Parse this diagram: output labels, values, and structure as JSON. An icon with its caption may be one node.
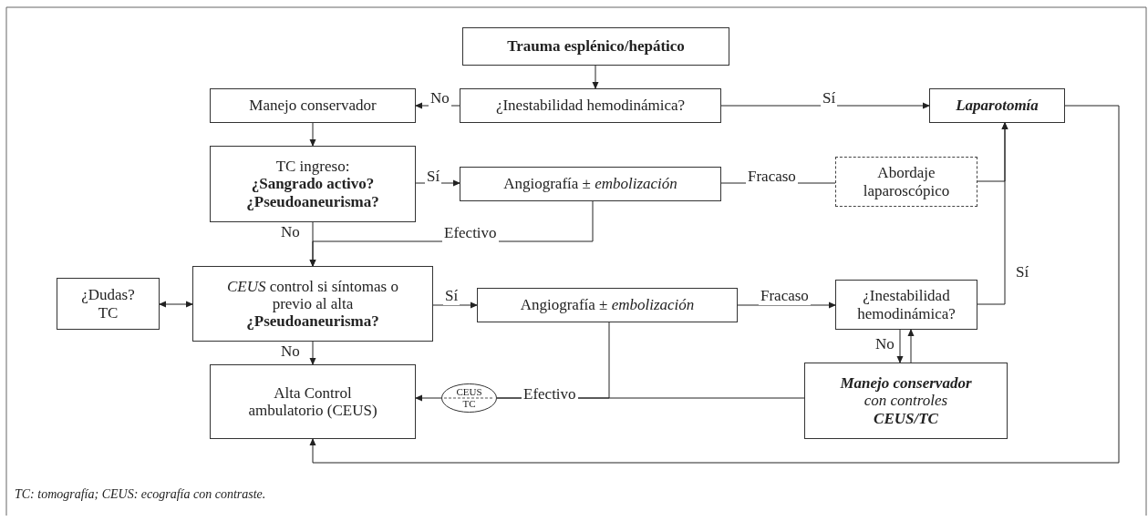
{
  "diagram": {
    "caption": "TC: tomografía; CEUS: ecografía con contraste.",
    "nodes": [
      {
        "text": [
          "Trauma esplénico/hepático"
        ]
      },
      {
        "text": [
          "¿Inestabilidad hemodinámica?"
        ]
      },
      {
        "text": [
          "Manejo conservador"
        ]
      },
      {
        "text": [
          "Laparotomía"
        ]
      },
      {
        "text": [
          "TC ingreso:",
          "¿Sangrado activo? ¿Pseudoaneurisma?"
        ]
      },
      {
        "text": [
          "Angiografía ± *embolización*"
        ]
      },
      {
        "text": [
          "Abordaje laparoscópico"
        ]
      },
      {
        "text": [
          "¿Dudas? TC"
        ]
      },
      {
        "text": [
          "*CEUS* control si síntomas o previo al alta",
          "¿Pseudoaneurisma?"
        ]
      },
      {
        "text": [
          "Angiografía ± *embolización*"
        ]
      },
      {
        "text": [
          "¿Inestabilidad hemodinámica?"
        ]
      },
      {
        "text": [
          "Alta Control ambulatorio (CEUS)"
        ]
      },
      {
        "text": [
          "CEUS",
          "TC"
        ]
      },
      {
        "text": [
          "Manejo conservador",
          "con controles",
          "CEUS/TC"
        ]
      }
    ],
    "edges": [
      {
        "from": 0,
        "to": 1,
        "arrow": "to"
      },
      {
        "from": 1,
        "to": 2,
        "arrow": "to",
        "label": "No"
      },
      {
        "from": 1,
        "to": 3,
        "arrow": "to",
        "label": "Sí"
      },
      {
        "from": 2,
        "to": 4,
        "arrow": "to"
      },
      {
        "from": 4,
        "to": 5,
        "arrow": "to",
        "label": "Sí"
      },
      {
        "from": 5,
        "to": 6,
        "arrow": "none",
        "label": "Fracaso"
      },
      {
        "from": 6,
        "to": 3,
        "arrow": "to"
      },
      {
        "from": 10,
        "to": 3,
        "arrow": "to",
        "label": "Sí"
      },
      {
        "from": 4,
        "to": 8,
        "arrow": "to",
        "label": "No"
      },
      {
        "from": 5,
        "to": 8,
        "arrow": "to",
        "label": "Efectivo"
      },
      {
        "from": 7,
        "to": 8,
        "arrow": "both"
      },
      {
        "from": 8,
        "to": 9,
        "arrow": "to",
        "label": "Sí"
      },
      {
        "from": 8,
        "to": 11,
        "arrow": "to",
        "label": "No"
      },
      {
        "from": 9,
        "to": 10,
        "arrow": "to",
        "label": "Fracaso"
      },
      {
        "from": 10,
        "to": 13,
        "arrow": "to",
        "label": "No"
      },
      {
        "from": 13,
        "to": 10,
        "arrow": "to"
      },
      {
        "from": 9,
        "to": 12,
        "arrow": "none",
        "label": "Efectivo"
      },
      {
        "from": 13,
        "to": 12,
        "arrow": "none"
      },
      {
        "from": 12,
        "to": 11,
        "arrow": "to"
      },
      {
        "from": 3,
        "to": 11,
        "arrow": "to"
      }
    ]
  }
}
